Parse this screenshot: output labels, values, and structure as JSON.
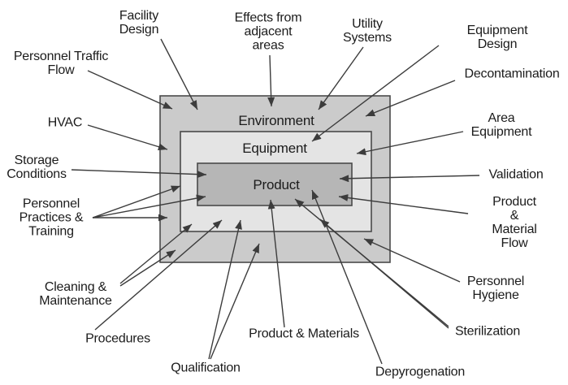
{
  "colors": {
    "bg": "#ffffff",
    "env-fill": "#cbcbcb",
    "eqp-fill": "#e4e4e4",
    "prd-fill": "#b6b6b6",
    "box-border": "#4a4a4a",
    "arrow": "#3c3c3c",
    "text": "#1b1b1b"
  },
  "boxes": {
    "environment": "Environment",
    "equipment": "Equipment",
    "product": "Product"
  },
  "labels": {
    "facility_design": "Facility\nDesign",
    "effects_adjacent": "Effects from\nadjacent\nareas",
    "utility_systems": "Utility\nSystems",
    "equipment_design": "Equipment Design",
    "personnel_traffic_flow": "Personnel Traffic\nFlow",
    "decontamination": "Decontamination",
    "hvac": "HVAC",
    "area_equipment": "Area\nEquipment",
    "storage_conditions": "Storage\nConditions",
    "validation": "Validation",
    "personnel_practices_training": "Personnel\nPractices &\nTraining",
    "product_material_flow": "Product &\nMaterial Flow",
    "personnel_hygiene": "Personnel\nHygiene",
    "cleaning_maintenance": "Cleaning &\nMaintenance",
    "sterilization": "Sterilization",
    "procedures": "Procedures",
    "product_materials": "Product & Materials",
    "qualification": "Qualification",
    "depyrogenation": "Depyrogenation"
  }
}
